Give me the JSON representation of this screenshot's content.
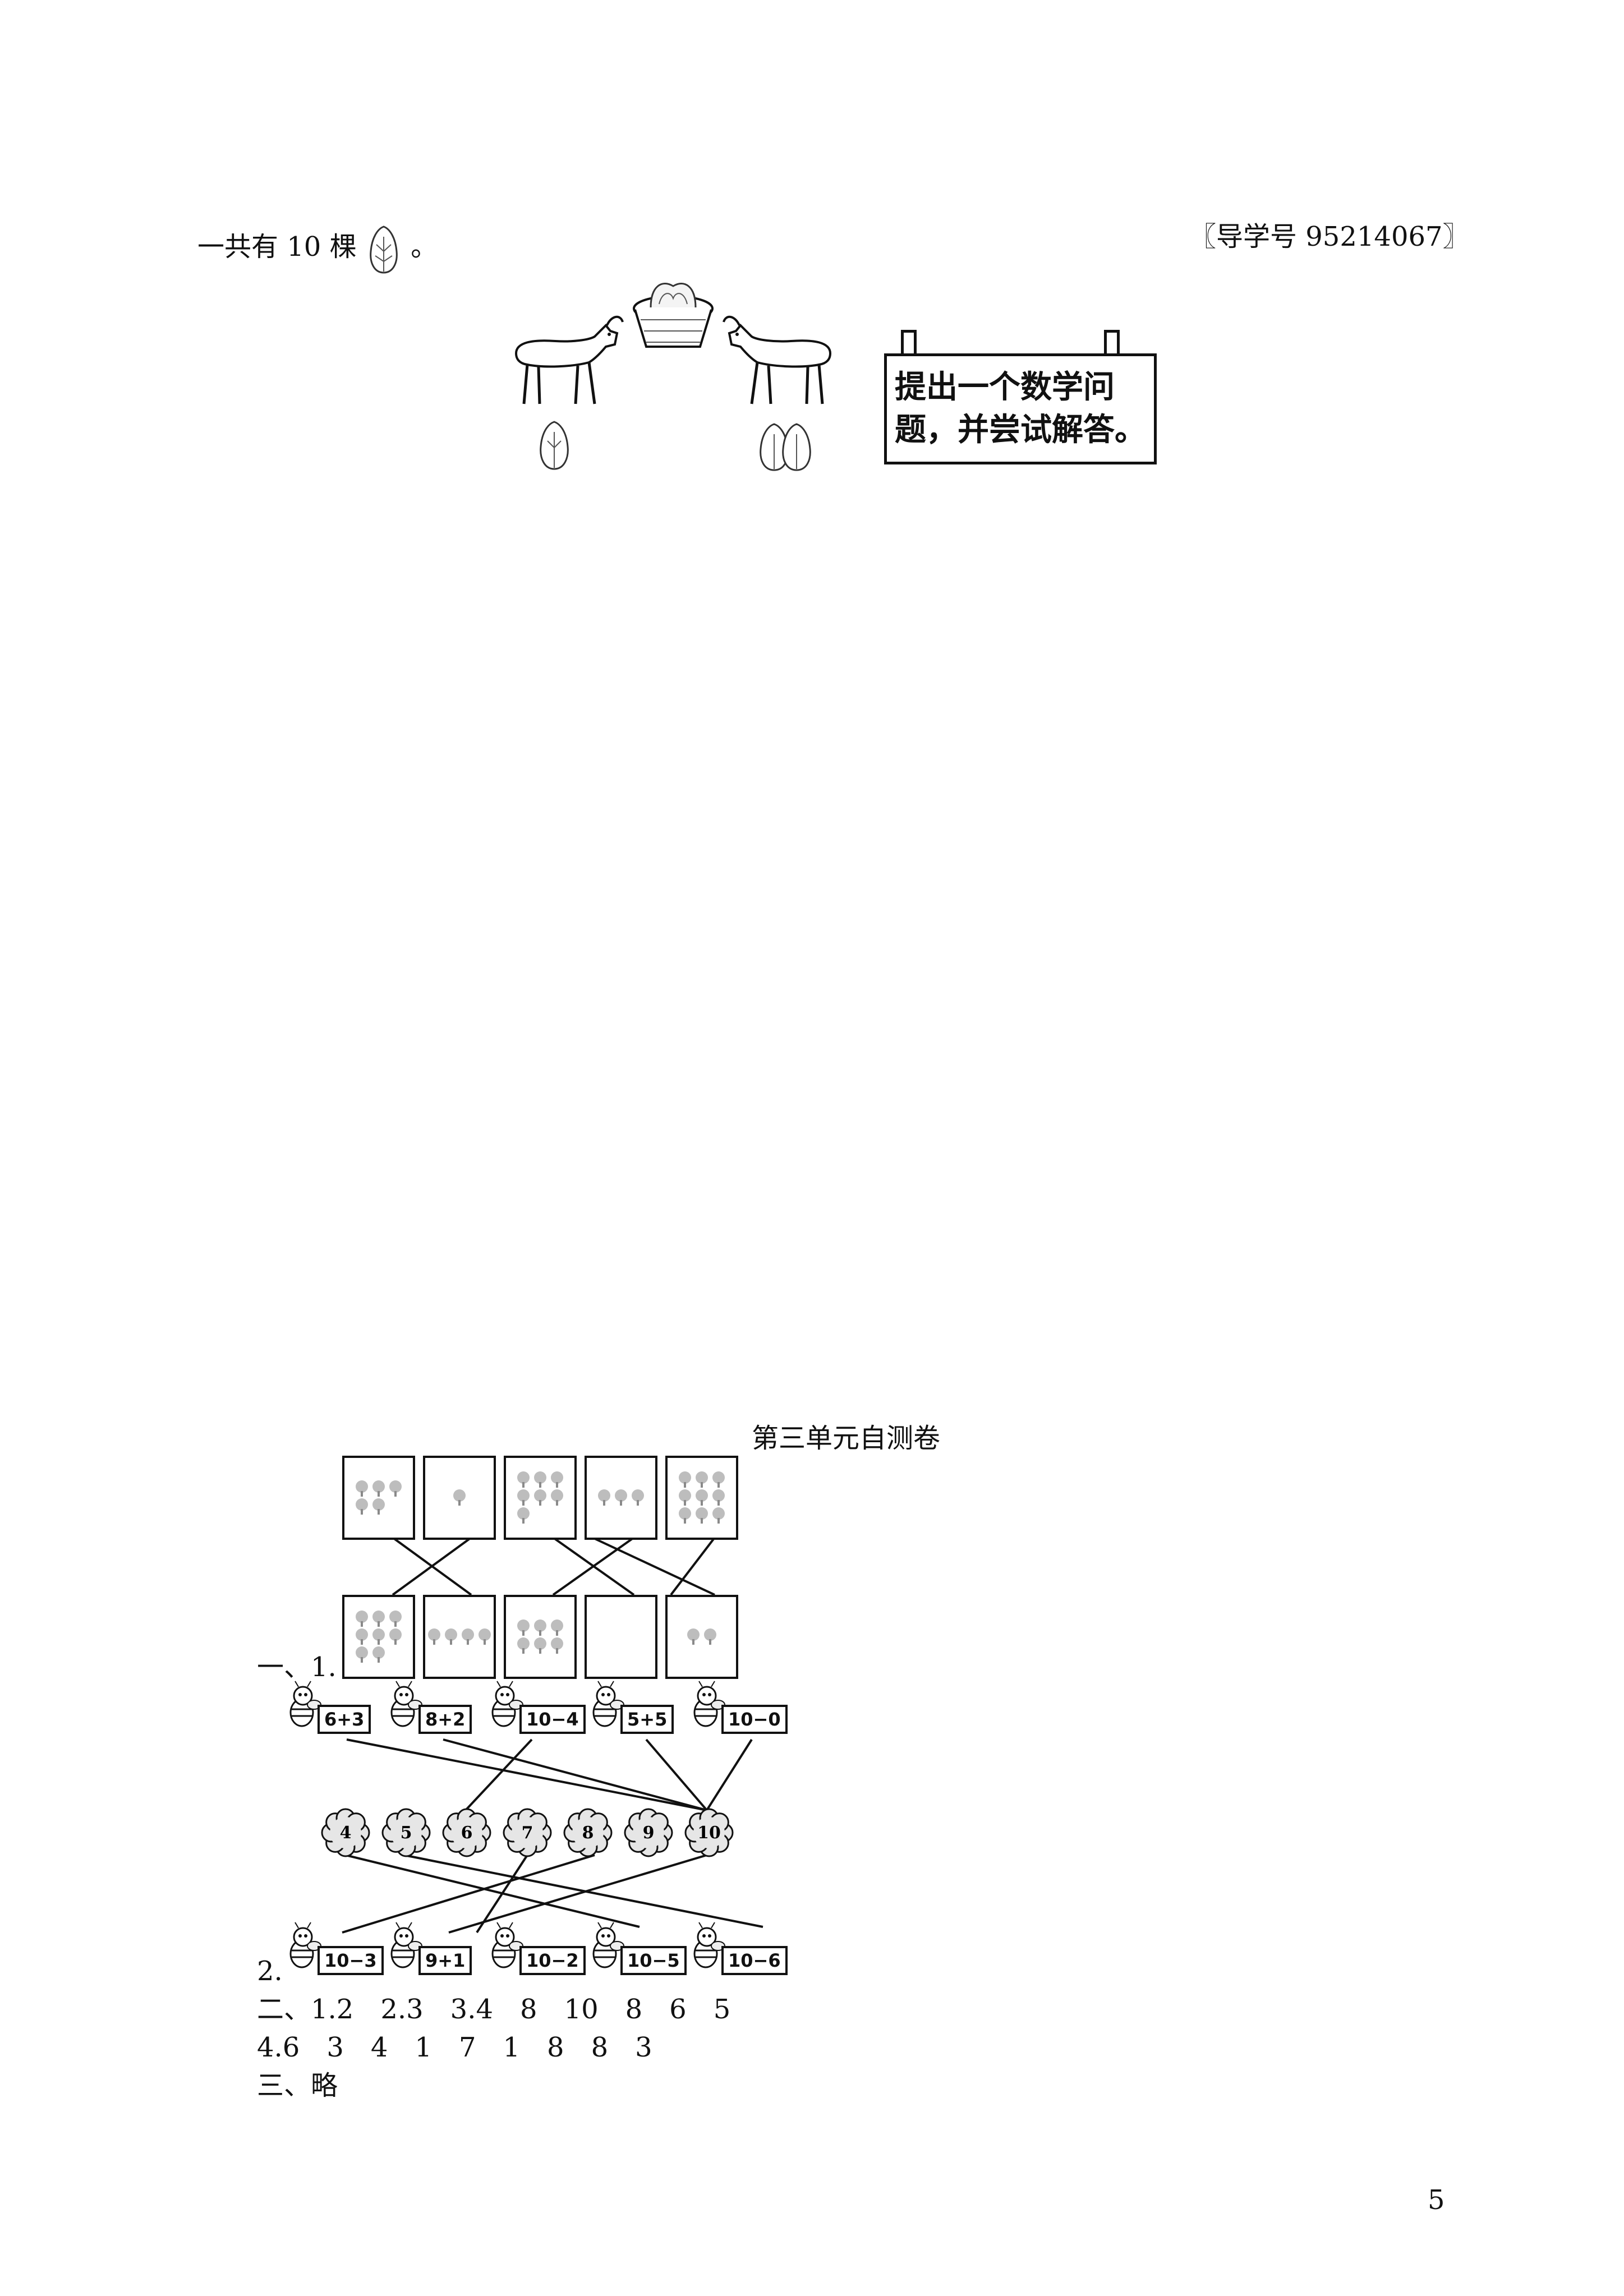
{
  "header": {
    "intro_prefix": "一共有 10 棵",
    "intro_suffix": "。",
    "guide": "〖导学号 95214067〗"
  },
  "sign": {
    "line1": "提出一个数学问",
    "line2": "题，并尝试解答。"
  },
  "answers": {
    "title": "第三单元自测卷",
    "q1_label": "一、1.",
    "q2_label": "2.",
    "line2": "二、1.2　2.3　3.4　8　10　8　6　5",
    "line3": "4.6　3　4　1　7　1　8　8　3",
    "line4": "三、略"
  },
  "matching_top_counts": [
    5,
    1,
    7,
    3,
    9
  ],
  "matching_bottom_counts": [
    8,
    4,
    6,
    0,
    2
  ],
  "bees_top": [
    "6+3",
    "8+2",
    "10−4",
    "5+5",
    "10−0"
  ],
  "flowers": [
    "4",
    "5",
    "6",
    "7",
    "8",
    "9",
    "10"
  ],
  "bees_bottom": [
    "10−3",
    "9+1",
    "10−2",
    "10−5",
    "10−6"
  ],
  "page_number": "5"
}
